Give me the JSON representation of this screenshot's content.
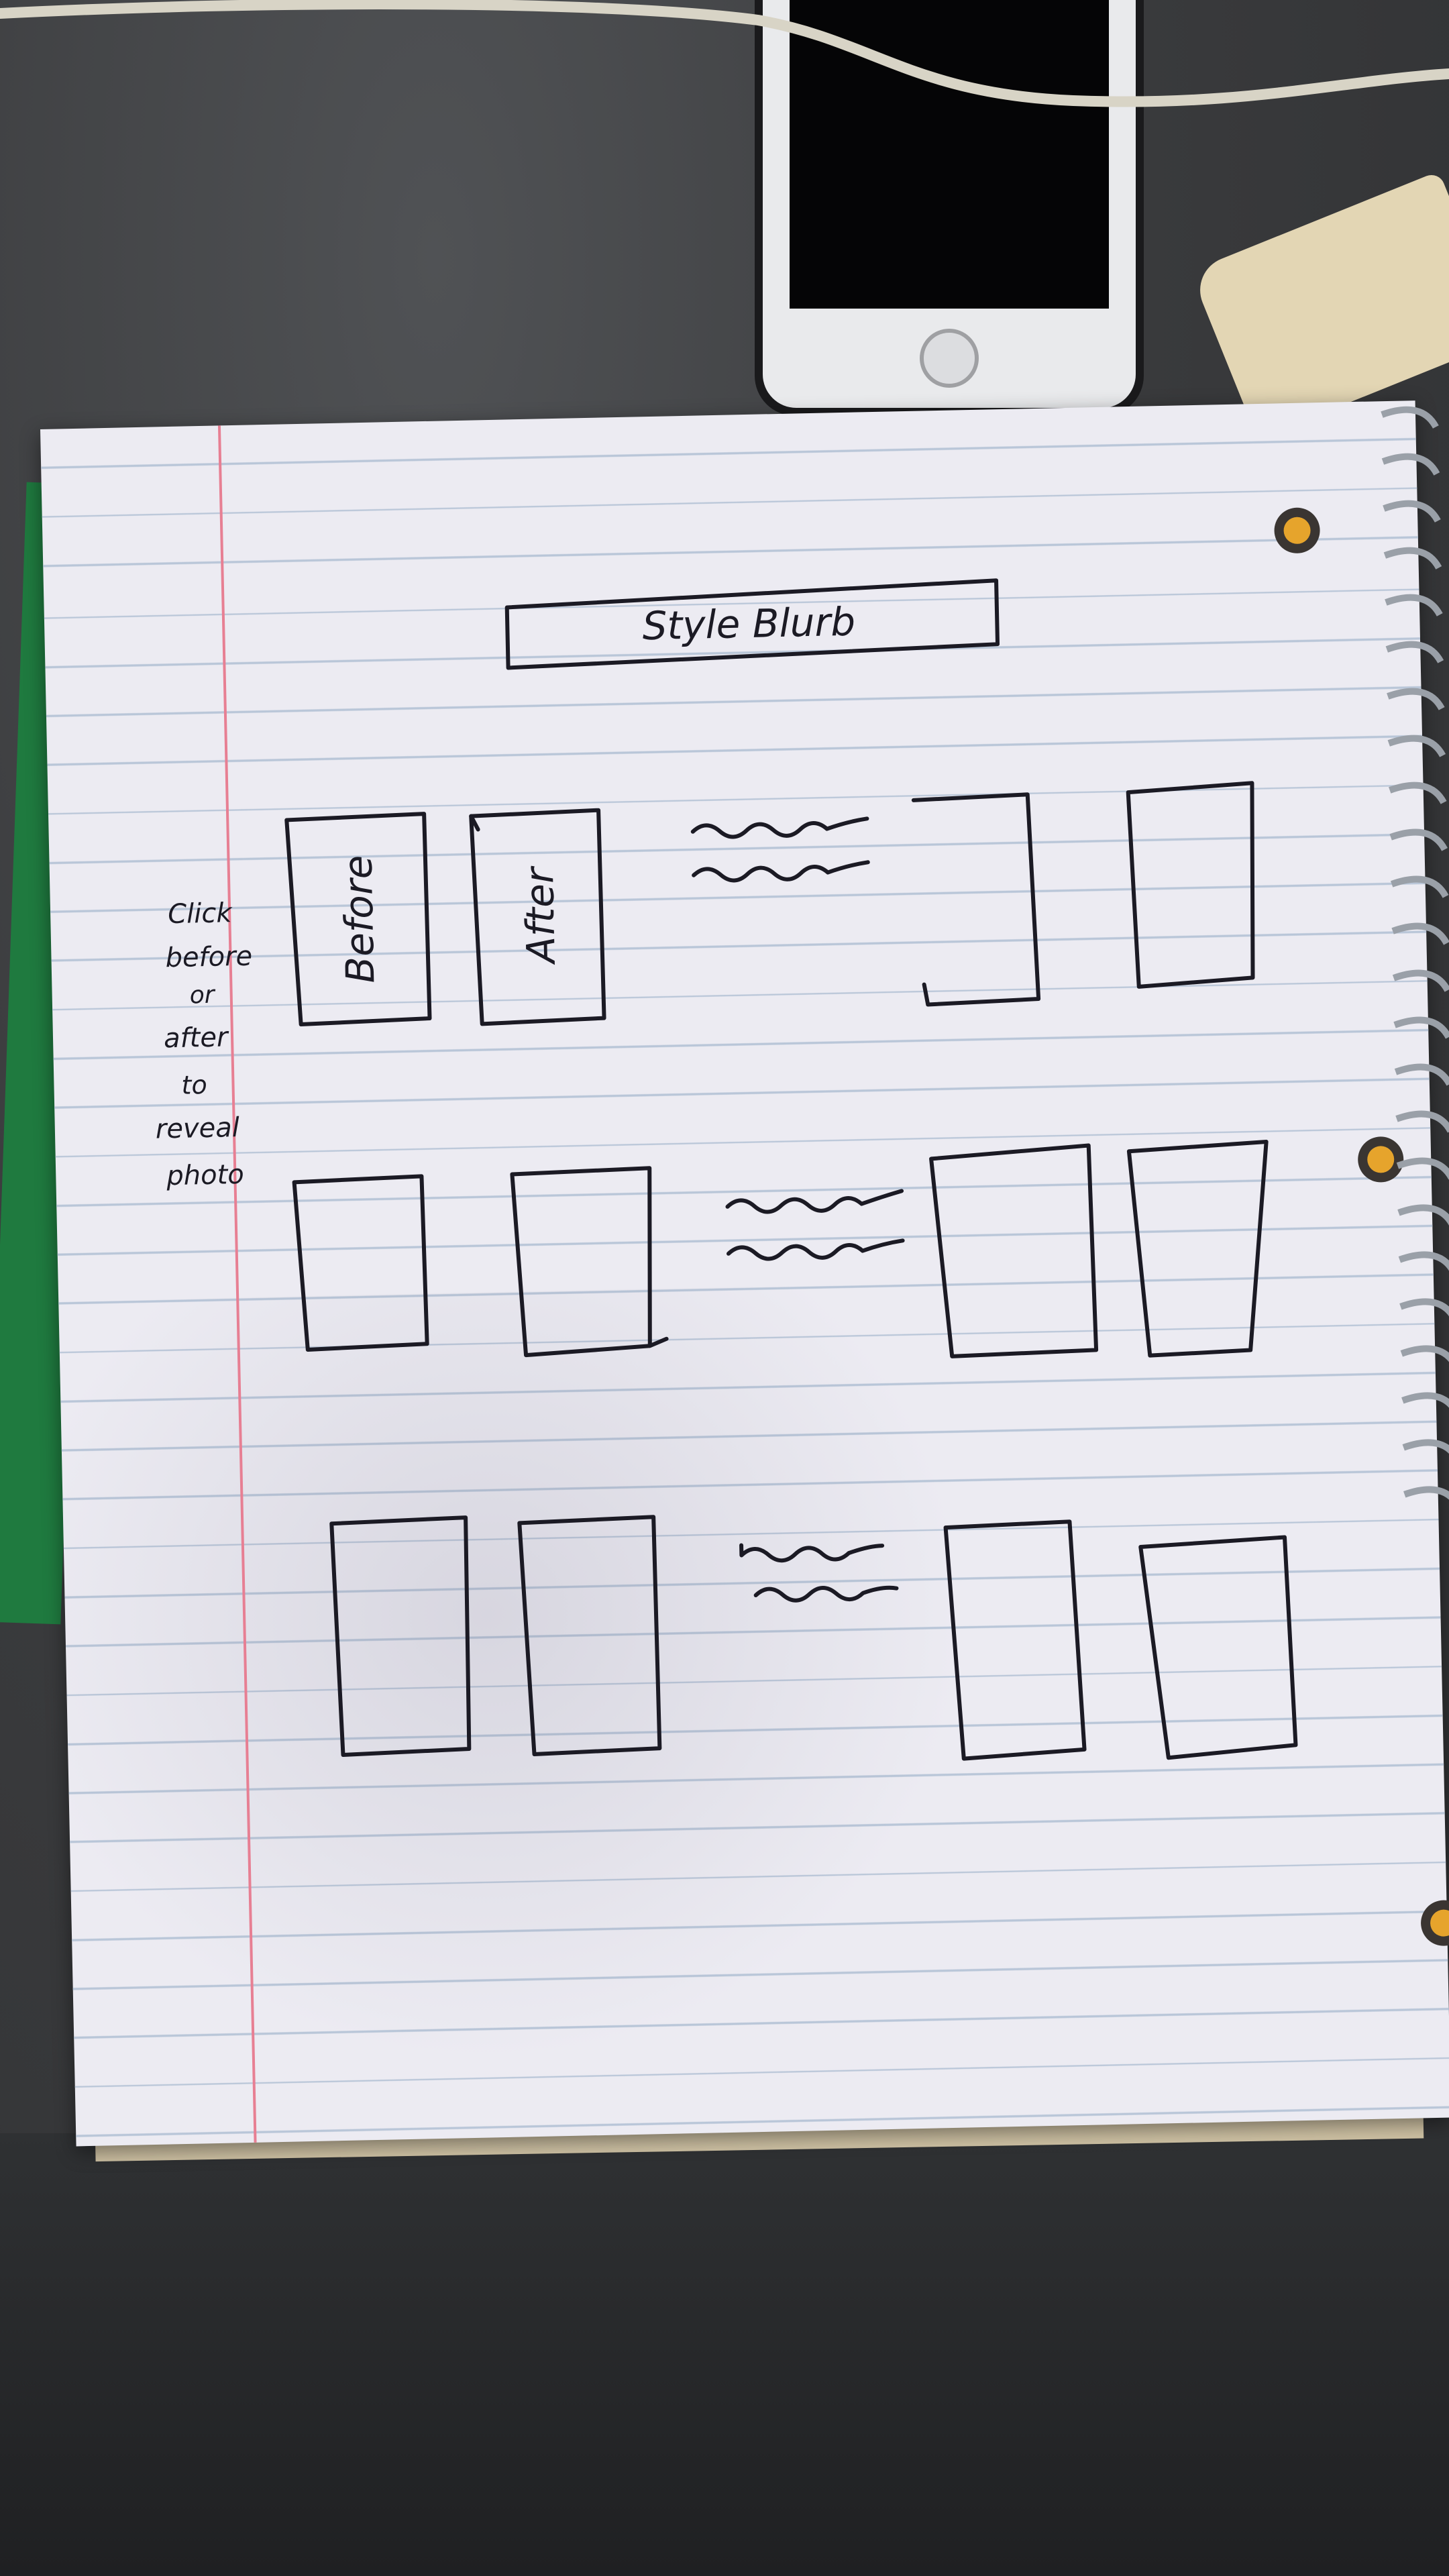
{
  "sketch": {
    "header_box": "Style Blurb",
    "side_note": [
      "Click",
      "before",
      "or",
      "after",
      "to",
      "reveal",
      "photo"
    ],
    "row1_labels": [
      "Before",
      "After"
    ]
  },
  "colors": {
    "paper": "#ecebf2",
    "rule_lines": "#b9c6d8",
    "margin_line": "#e77f93",
    "ink": "#1b1a24",
    "desk": "#3a3b3d"
  },
  "icons": [
    "phone",
    "spiral-binding",
    "binder-hole",
    "wavy-text-placeholder"
  ]
}
